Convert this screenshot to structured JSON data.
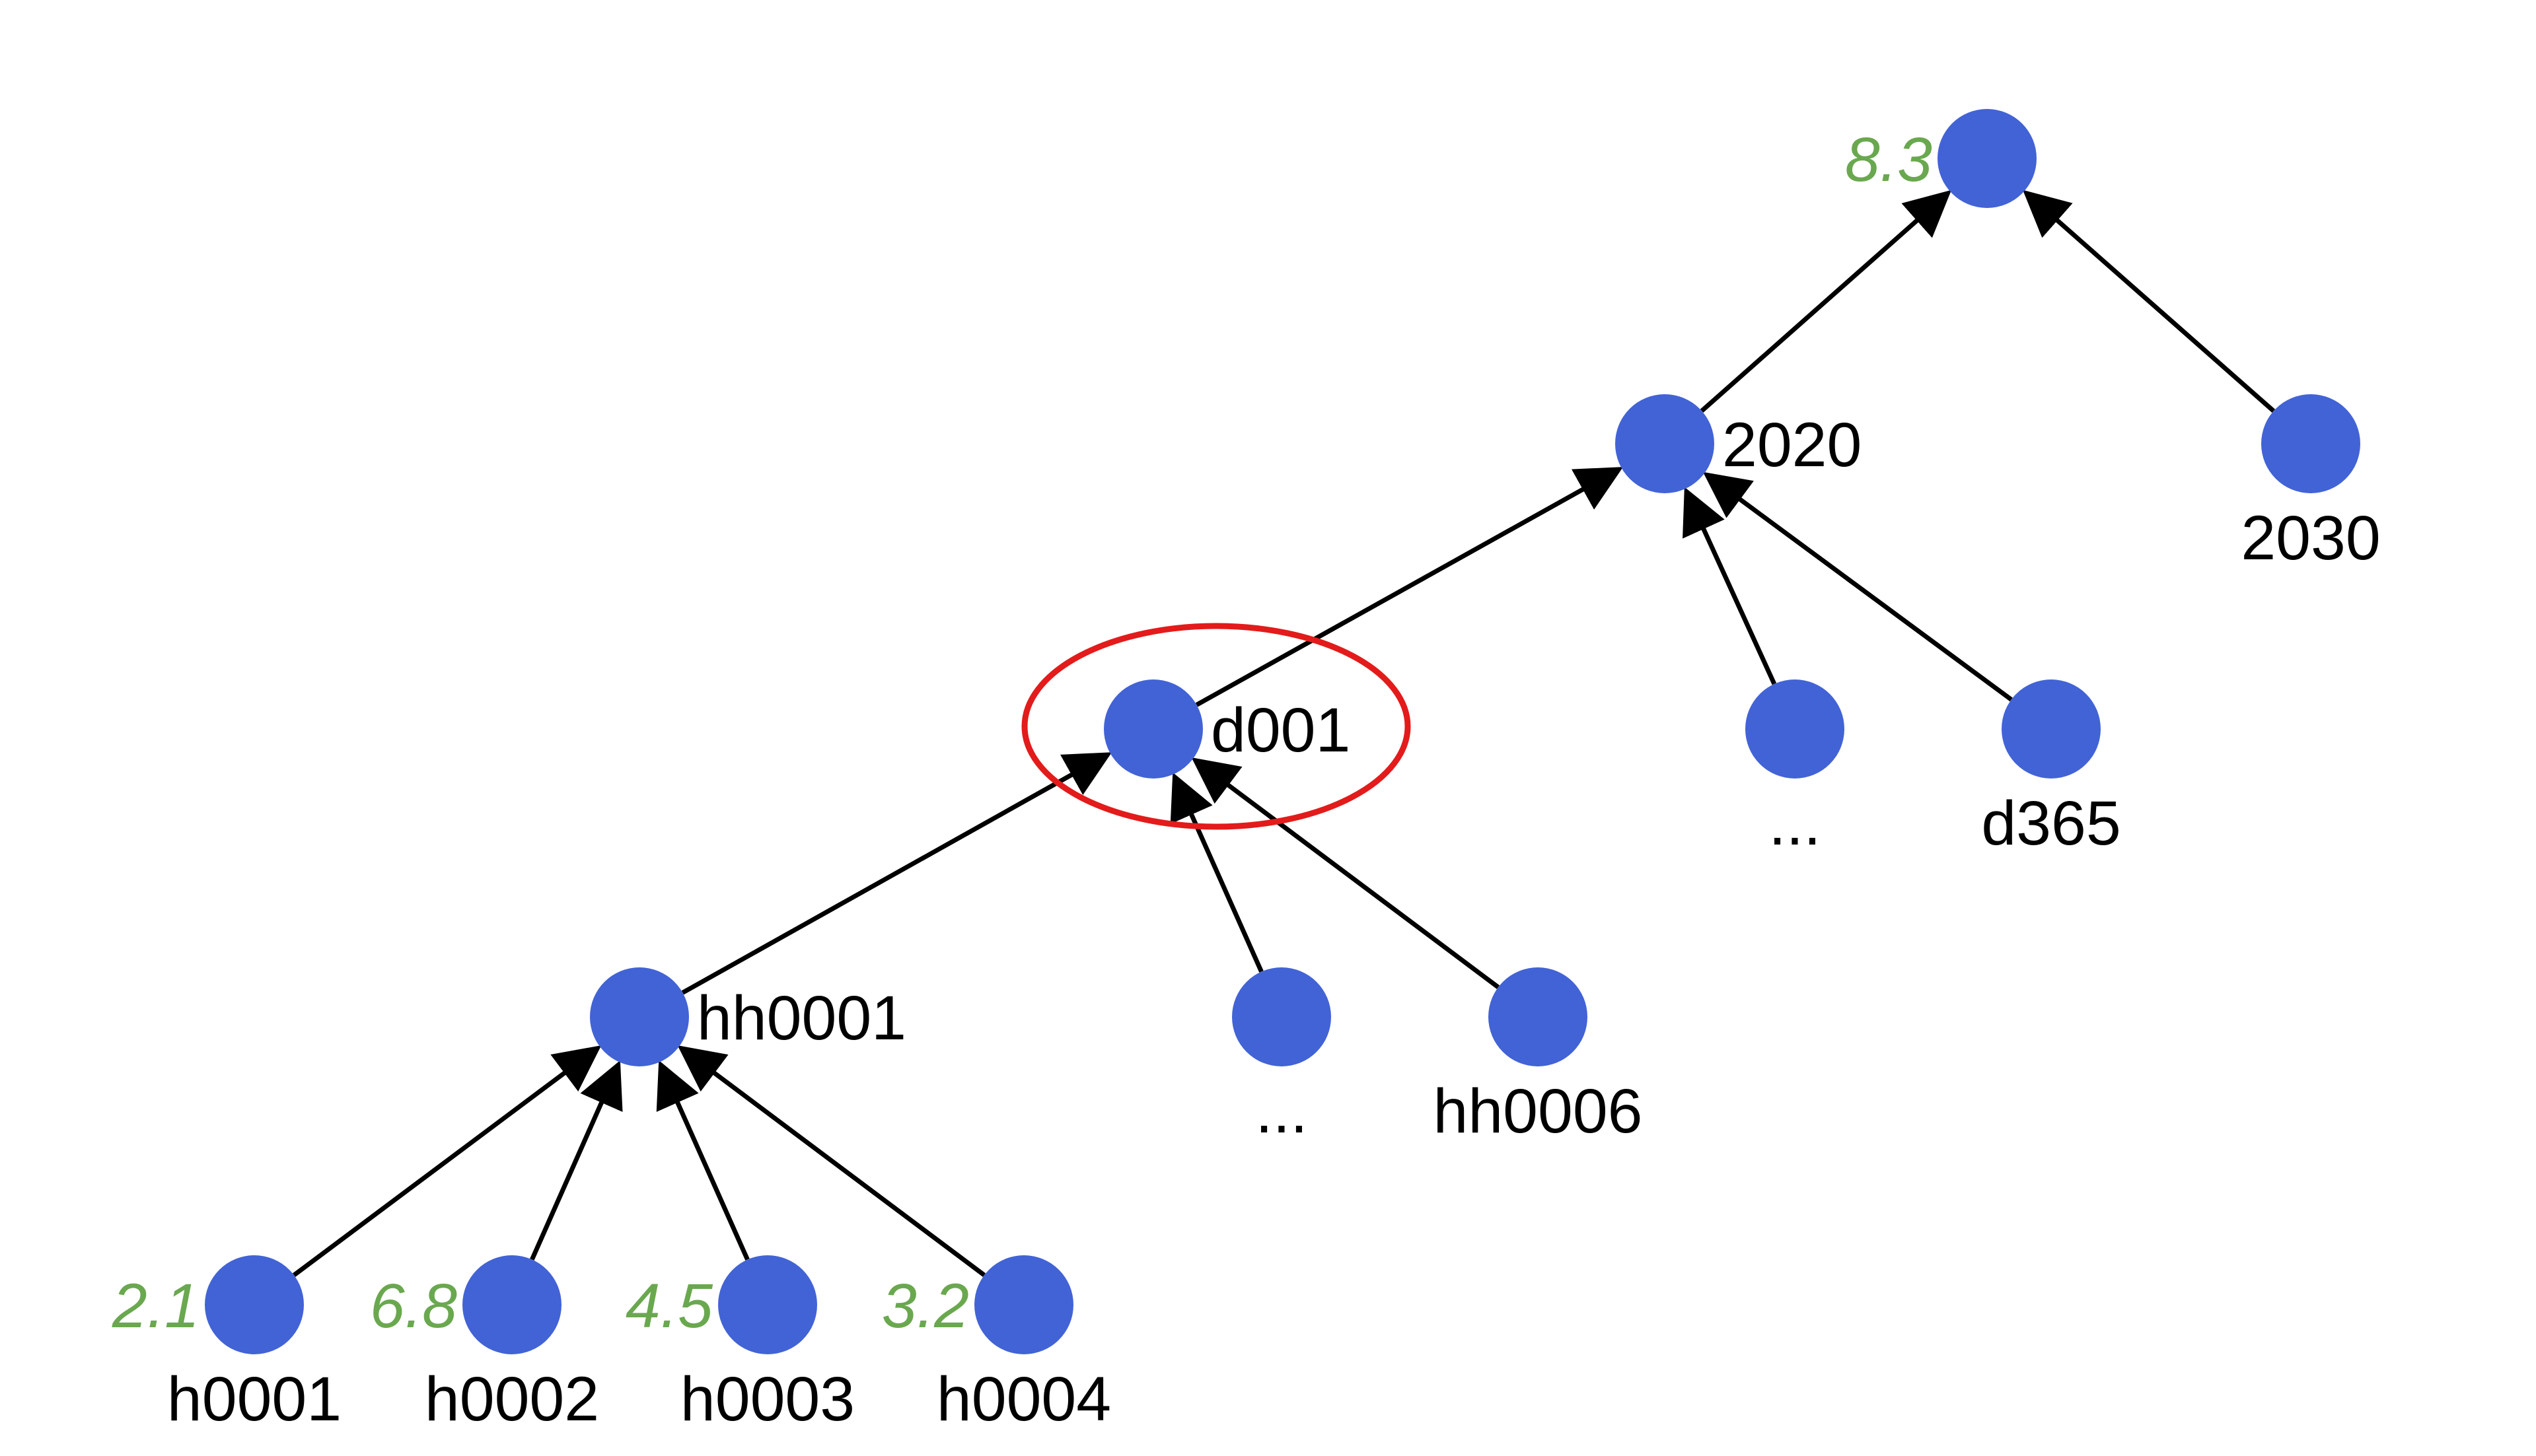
{
  "colors": {
    "node": "#4263d6",
    "edge": "#000000",
    "value_text": "#6aa84f",
    "highlight": "#e31b1b"
  },
  "nodes": {
    "root": {
      "label": "",
      "value": "8.3"
    },
    "y2020": {
      "label": "2020",
      "value": ""
    },
    "y2030": {
      "label": "2030",
      "value": ""
    },
    "d001": {
      "label": "d001",
      "value": ""
    },
    "d_ellipsis": {
      "label": "...",
      "value": ""
    },
    "d365": {
      "label": "d365",
      "value": ""
    },
    "hh0001": {
      "label": "hh0001",
      "value": ""
    },
    "hh_ellipsis": {
      "label": "...",
      "value": ""
    },
    "hh0006": {
      "label": "hh0006",
      "value": ""
    },
    "h0001": {
      "label": "h0001",
      "value": "2.1"
    },
    "h0002": {
      "label": "h0002",
      "value": "6.8"
    },
    "h0003": {
      "label": "h0003",
      "value": "4.5"
    },
    "h0004": {
      "label": "h0004",
      "value": "3.2"
    }
  },
  "edges": [
    {
      "from": "y2020",
      "to": "root"
    },
    {
      "from": "y2030",
      "to": "root"
    },
    {
      "from": "d001",
      "to": "y2020"
    },
    {
      "from": "d_ellipsis",
      "to": "y2020"
    },
    {
      "from": "d365",
      "to": "y2020"
    },
    {
      "from": "hh0001",
      "to": "d001"
    },
    {
      "from": "hh_ellipsis",
      "to": "d001"
    },
    {
      "from": "hh0006",
      "to": "d001"
    },
    {
      "from": "h0001",
      "to": "hh0001"
    },
    {
      "from": "h0002",
      "to": "hh0001"
    },
    {
      "from": "h0003",
      "to": "hh0001"
    },
    {
      "from": "h0004",
      "to": "hh0001"
    }
  ],
  "highlighted_node": "d001"
}
